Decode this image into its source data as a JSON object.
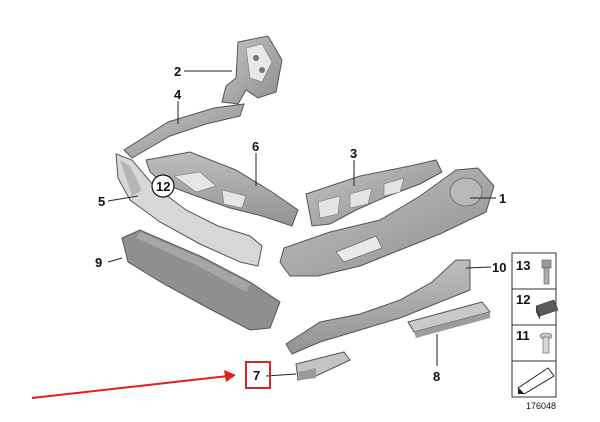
{
  "diagram": {
    "callouts": {
      "c1": "1",
      "c2": "2",
      "c3": "3",
      "c4": "4",
      "c5": "5",
      "c6": "6",
      "c7": "7",
      "c8": "8",
      "c9": "9",
      "c10": "10",
      "c12": "12"
    },
    "legend": {
      "l13": "13",
      "l12": "12",
      "l11": "11"
    },
    "reference_number": "176048",
    "colors": {
      "part_fill": "#a9a9a9",
      "part_dark": "#8c8c8c",
      "highlight_box": "#d62828",
      "arrow": "#e01e1e"
    }
  }
}
